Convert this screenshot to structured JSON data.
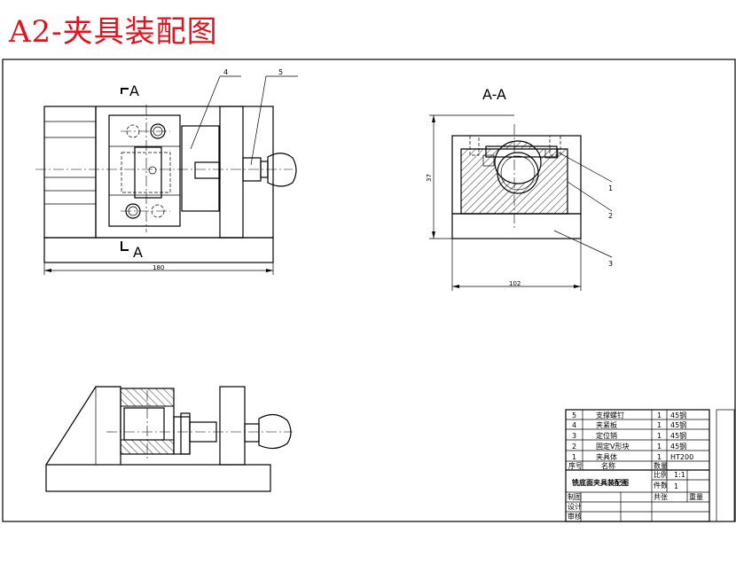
{
  "title": "A2-夹具装配图",
  "views": {
    "front": {
      "section_a_top": "A",
      "section_a_bottom": "A",
      "callout_4": "4",
      "callout_5": "5",
      "dim_width": "180"
    },
    "section": {
      "label": "A-A",
      "dim_height": "37",
      "dim_width": "102",
      "callout_1": "1",
      "callout_2": "2",
      "callout_3": "3"
    }
  },
  "title_block": {
    "parts": [
      {
        "no": "5",
        "name": "支撑螺钉",
        "qty": "1",
        "material": "45钢"
      },
      {
        "no": "4",
        "name": "夹紧板",
        "qty": "1",
        "material": "45钢"
      },
      {
        "no": "3",
        "name": "定位销",
        "qty": "1",
        "material": "45钢"
      },
      {
        "no": "2",
        "name": "固定V形块",
        "qty": "1",
        "material": "45钢"
      },
      {
        "no": "1",
        "name": "夹具体",
        "qty": "1",
        "material": "HT200"
      }
    ],
    "header_no": "序号",
    "header_name": "名称",
    "header_qty": "数量",
    "drawing_title": "铣底面夹具装配图",
    "scale_label": "比例",
    "scale_value": "1:1",
    "count_label": "件数",
    "count_value": "1",
    "weight_label": "重量",
    "sheet_label": "共张",
    "drawn_label": "制图",
    "design_label": "设计",
    "check_label": "审核"
  }
}
